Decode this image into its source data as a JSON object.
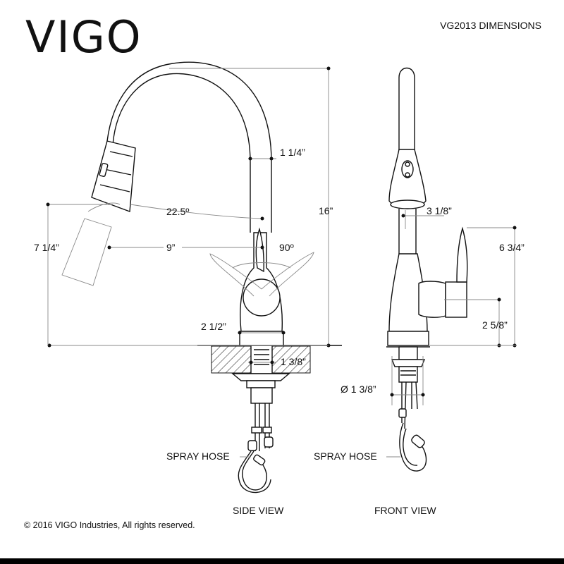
{
  "brand": {
    "logo_text": "VIGO"
  },
  "header": {
    "title": "VG2013 DIMENSIONS"
  },
  "side_view": {
    "caption": "SIDE VIEW",
    "spray_hose_label": "SPRAY HOSE",
    "dims": {
      "spout_diameter": "1 1/4”",
      "spray_angle": "22.5º",
      "overall_height": "16”",
      "spout_height": "7 1/4”",
      "reach": "9”",
      "handle_rotation": "90º",
      "base_width": "2 1/2”",
      "shank": "1 3/8”"
    }
  },
  "front_view": {
    "caption": "FRONT VIEW",
    "spray_hose_label": "SPRAY HOSE",
    "dims": {
      "sprayer_diameter": "3 1/8”",
      "handle_height": "6 3/4”",
      "handle_base_height": "2 5/8”",
      "mount_hole": "Ø 1 3/8”"
    }
  },
  "footer": {
    "copyright": "© 2016 VIGO Industries, All rights reserved."
  }
}
